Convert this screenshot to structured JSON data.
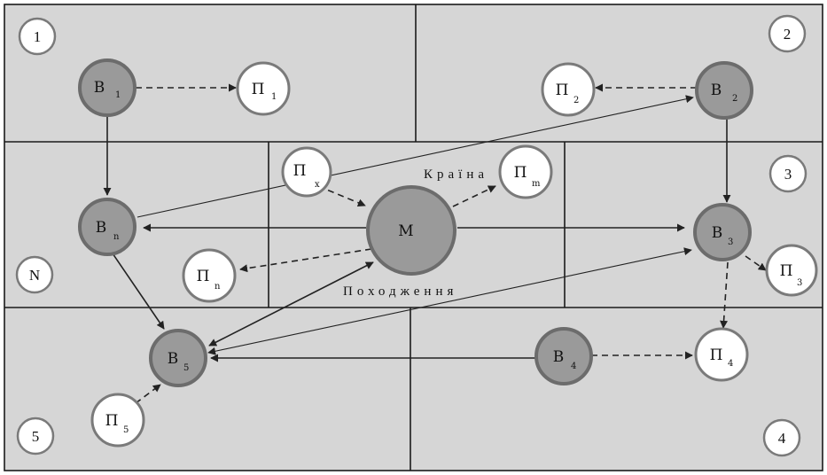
{
  "zones": {
    "z1": "1",
    "z2": "2",
    "z3": "3",
    "z4": "4",
    "z5": "5",
    "zN": "N"
  },
  "center": {
    "label": "М",
    "top_word": "Країна",
    "bottom_word": "Походження"
  },
  "nodes": {
    "b1": {
      "main": "В",
      "sub": "1"
    },
    "b2": {
      "main": "В",
      "sub": "2"
    },
    "b3": {
      "main": "В",
      "sub": "3"
    },
    "b4": {
      "main": "В",
      "sub": "4"
    },
    "b5": {
      "main": "В",
      "sub": "5"
    },
    "bn": {
      "main": "В",
      "sub": "n"
    },
    "p1": {
      "main": "П",
      "sub": "1"
    },
    "p2": {
      "main": "П",
      "sub": "2"
    },
    "p3": {
      "main": "П",
      "sub": "3"
    },
    "p4": {
      "main": "П",
      "sub": "4"
    },
    "p5": {
      "main": "П",
      "sub": "5"
    },
    "pn": {
      "main": "П",
      "sub": "n"
    },
    "px": {
      "main": "П",
      "sub": "x"
    },
    "pm": {
      "main": "П",
      "sub": "m"
    }
  }
}
